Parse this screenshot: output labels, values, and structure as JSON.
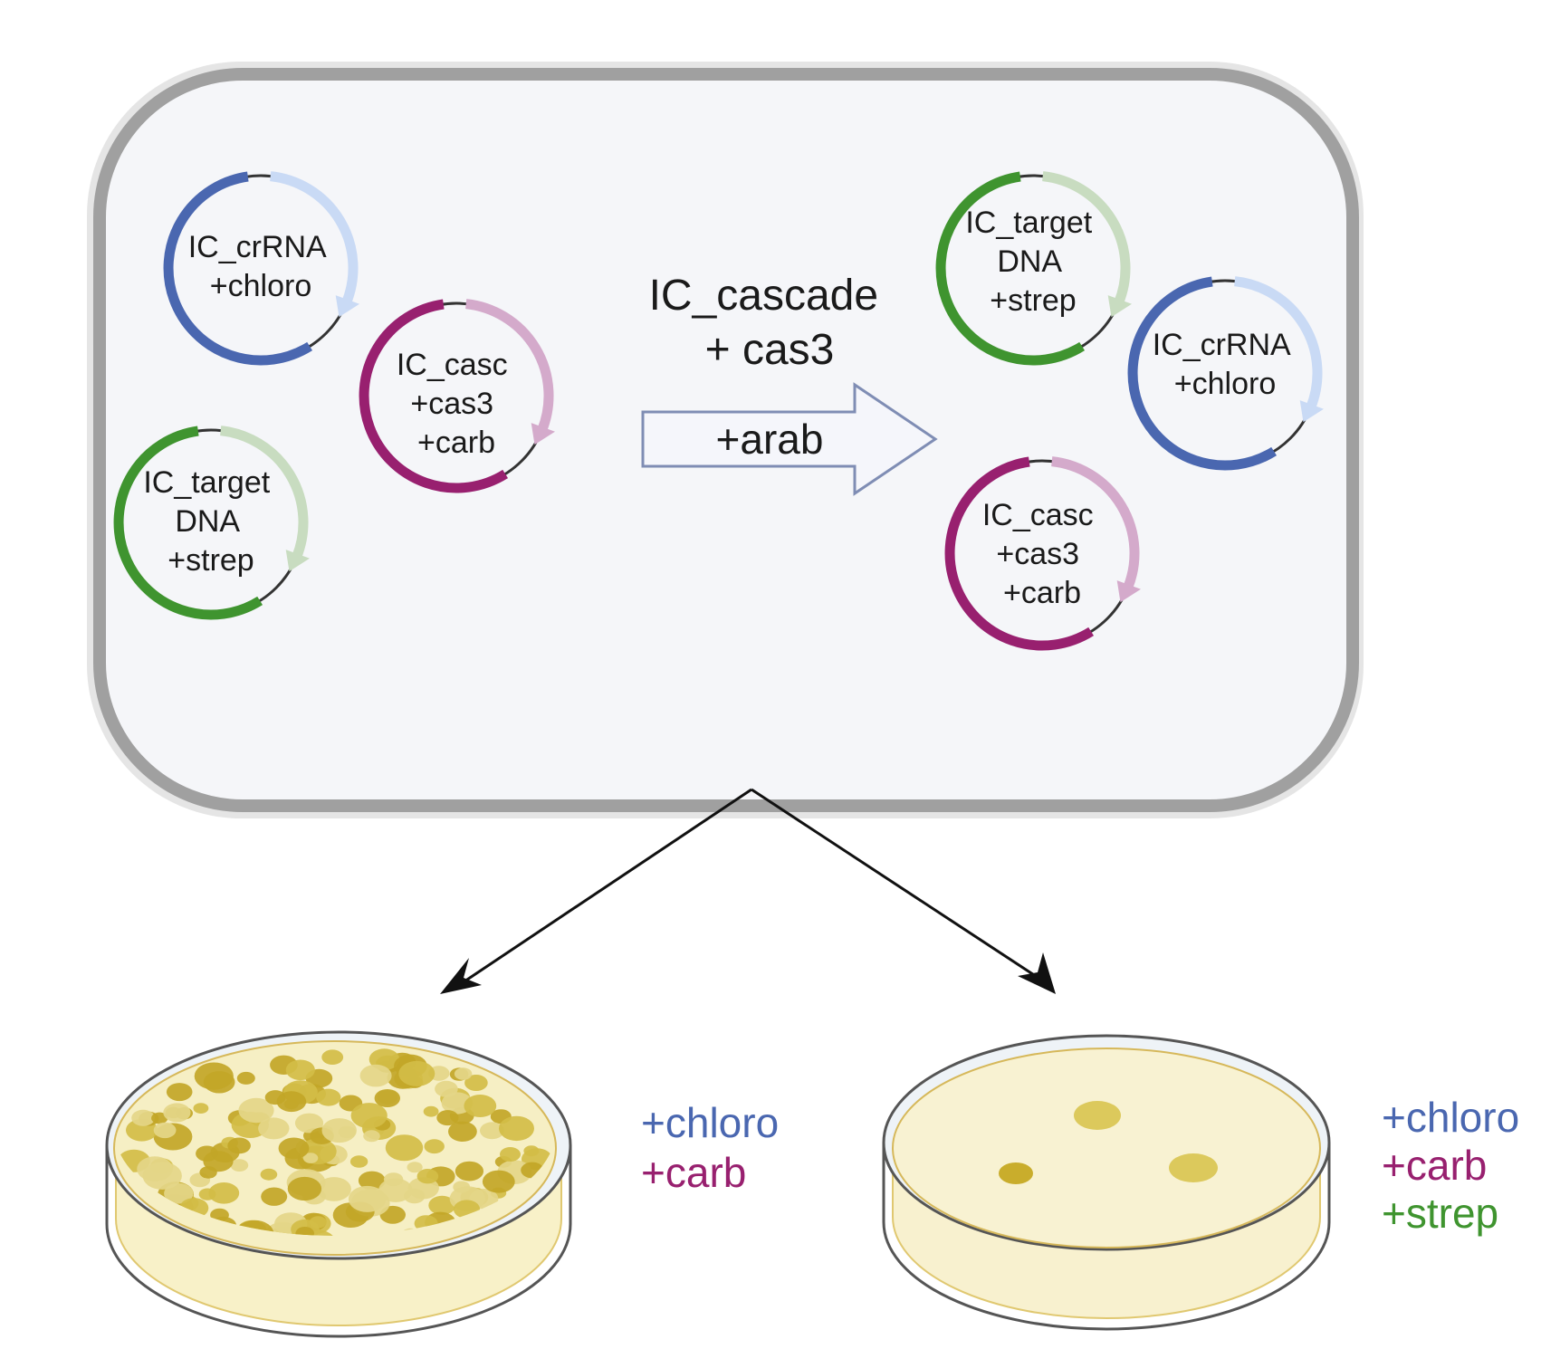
{
  "colors": {
    "chloro": "#4a67b0",
    "chloro_light": "#c9daf5",
    "carb": "#98206f",
    "carb_light": "#d4aacb",
    "strep": "#3f942f",
    "strep_light": "#c8dcc0",
    "cell_fill": "#f5f6f9",
    "cell_border": "#9e9e9e",
    "agar": "#f7f0c4",
    "colony": "#c9b235"
  },
  "cell": {
    "center_label_line1": "IC_cascade",
    "center_label_line2": "+ cas3",
    "arrow_label": "+arab"
  },
  "plasmids_before": [
    {
      "lines": [
        "IC_crRNA",
        "+chloro"
      ],
      "marker": "chloro"
    },
    {
      "lines": [
        "IC_casc",
        "+cas3",
        "+carb"
      ],
      "marker": "carb"
    },
    {
      "lines": [
        "IC_target",
        "DNA",
        "+strep"
      ],
      "marker": "strep"
    }
  ],
  "plasmids_after": [
    {
      "lines": [
        "IC_target",
        "DNA",
        "+strep"
      ],
      "marker": "strep"
    },
    {
      "lines": [
        "IC_crRNA",
        "+chloro"
      ],
      "marker": "chloro"
    },
    {
      "lines": [
        "IC_casc",
        "+cas3",
        "+carb"
      ],
      "marker": "carb"
    }
  ],
  "plates": [
    {
      "name": "plate-left",
      "antibiotics": [
        "+chloro",
        "+carb"
      ],
      "growth": "many colonies"
    },
    {
      "name": "plate-right",
      "antibiotics": [
        "+chloro",
        "+carb",
        "+strep"
      ],
      "growth": "few colonies",
      "colony_count": 3
    }
  ]
}
